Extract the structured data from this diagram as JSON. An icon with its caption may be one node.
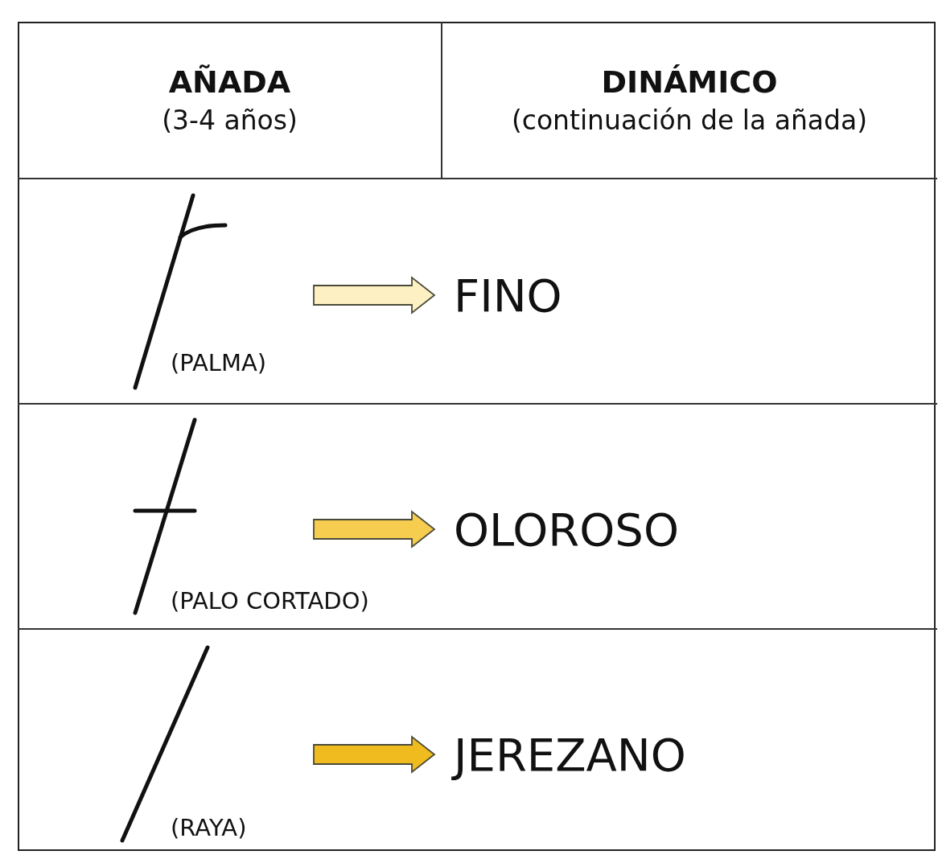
{
  "diagram": {
    "nodes": [
      {
        "text": [
          "AÑADA",
          "(3-4 años)"
        ]
      },
      {
        "text": [
          "DINÁMICO",
          "(continuación de la añada)"
        ]
      },
      {
        "text": [
          "(PALMA)"
        ]
      },
      {
        "text": [
          "FINO"
        ]
      },
      {
        "text": [
          "(PALO CORTADO)"
        ]
      },
      {
        "text": [
          "OLOROSO"
        ]
      },
      {
        "text": [
          "(RAYA)"
        ]
      },
      {
        "text": [
          "JEREZANO"
        ]
      }
    ],
    "edges": [
      {
        "from": 2,
        "to": 3,
        "arrow": "to",
        "color": "#fdf0c2"
      },
      {
        "from": 4,
        "to": 5,
        "arrow": "to",
        "color": "#f6cd4f"
      },
      {
        "from": 6,
        "to": 7,
        "arrow": "to",
        "color": "#f0bb1e"
      }
    ]
  }
}
